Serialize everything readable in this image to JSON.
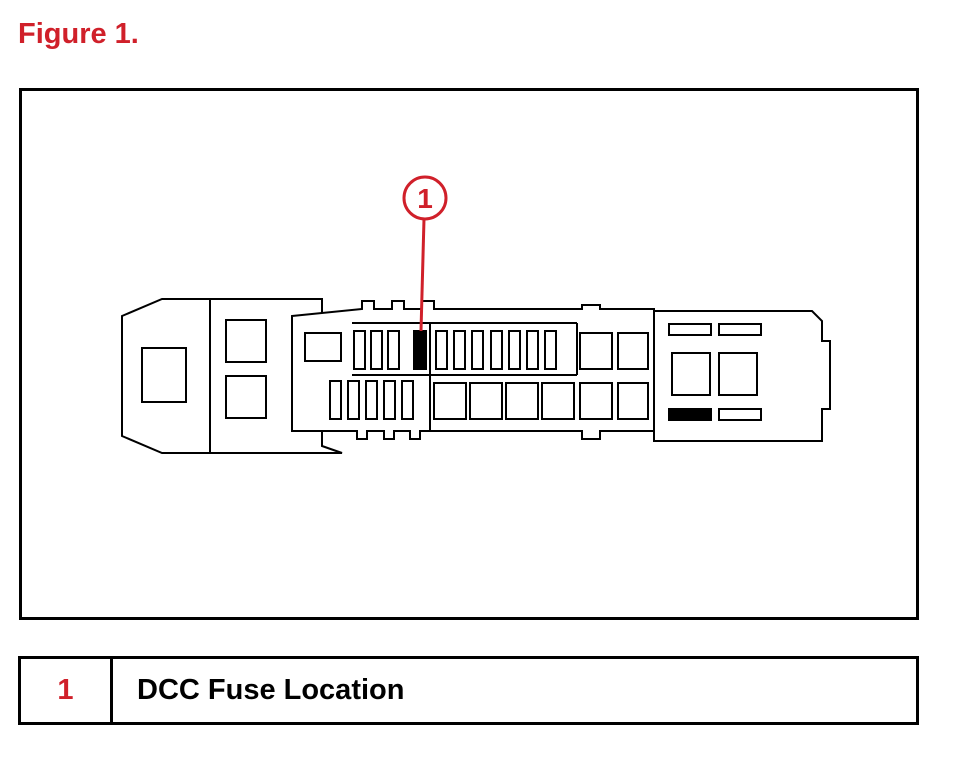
{
  "figure_title": "Figure 1.",
  "callout": {
    "number": "1"
  },
  "legend": {
    "number": "1",
    "label": "DCC Fuse Location"
  },
  "colors": {
    "accent": "#d0202a",
    "line": "#000000",
    "background": "#ffffff"
  }
}
